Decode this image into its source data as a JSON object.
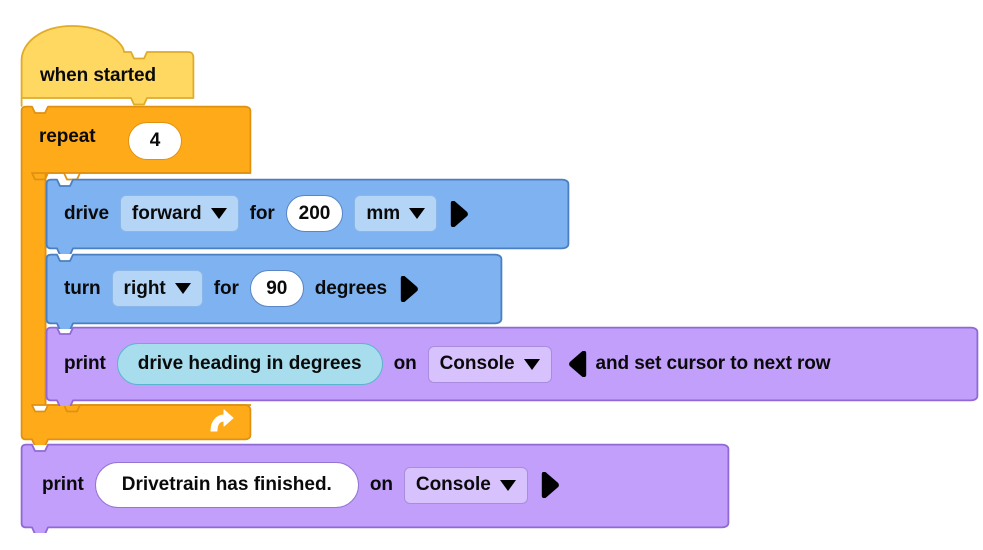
{
  "palette": {
    "hat_fill": "#ffd862",
    "hat_stroke": "#e0ab28",
    "control_fill": "#ffab19",
    "control_stroke": "#e09112",
    "drivetrain_fill": "#7fb2f0",
    "drivetrain_stroke": "#4a7fc1",
    "looks_fill": "#c19ffb",
    "looks_stroke": "#9169d6",
    "field_blue_fill": "#b5d5f7",
    "field_purple_fill": "#d8c2fd",
    "reporter_fill": "#a7ddec",
    "reporter_stroke": "#5ab5cf",
    "canvas": "#ffffff"
  },
  "program": {
    "hat": {
      "label": "when started",
      "icon": "hat-block"
    },
    "repeat": {
      "label": "repeat",
      "count": "4",
      "loop_icon": "loop-arrow-icon"
    },
    "drive": {
      "label": "drive",
      "direction": "forward",
      "for_label": "for",
      "distance": "200",
      "unit": "mm",
      "expand_icon": "arrow-right-icon",
      "dropdown_icon": "chevron-down-icon"
    },
    "turn": {
      "label": "turn",
      "direction": "right",
      "for_label": "for",
      "angle": "90",
      "unit_label": "degrees",
      "expand_icon": "arrow-right-icon",
      "dropdown_icon": "chevron-down-icon"
    },
    "print_heading": {
      "label": "print",
      "reporter": "drive heading in degrees",
      "on_label": "on",
      "target": "Console",
      "collapse_icon": "arrow-left-icon",
      "suffix": "and set cursor to next row",
      "dropdown_icon": "chevron-down-icon"
    },
    "print_finished": {
      "label": "print",
      "value": "Drivetrain has finished.",
      "on_label": "on",
      "target": "Console",
      "expand_icon": "arrow-right-icon",
      "dropdown_icon": "chevron-down-icon"
    }
  }
}
